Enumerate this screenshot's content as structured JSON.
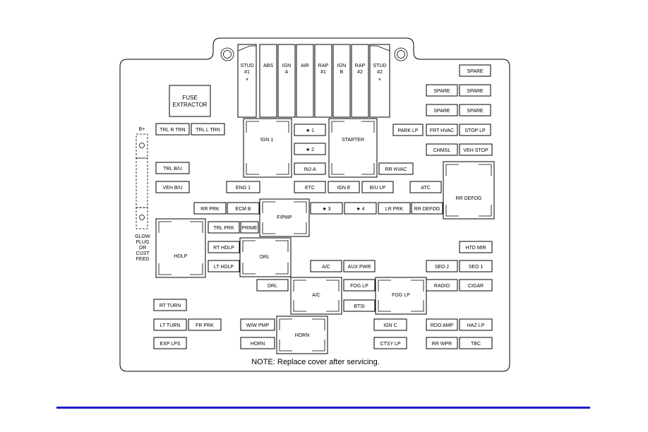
{
  "maxi_fuses": [
    {
      "id": "stud1",
      "l1": "STUD",
      "l2": "#1",
      "star": "*"
    },
    {
      "id": "abs",
      "l1": "ABS",
      "l2": "",
      "star": ""
    },
    {
      "id": "igna",
      "l1": "IGN",
      "l2": "A",
      "star": ""
    },
    {
      "id": "air",
      "l1": "AIR",
      "l2": "",
      "star": ""
    },
    {
      "id": "rap1",
      "l1": "RAP",
      "l2": "#1",
      "star": ""
    },
    {
      "id": "ignb",
      "l1": "IGN",
      "l2": "B",
      "star": ""
    },
    {
      "id": "rap2",
      "l1": "RAP",
      "l2": "#2",
      "star": ""
    },
    {
      "id": "stud2",
      "l1": "STUD",
      "l2": "#2",
      "star": "*"
    }
  ],
  "fuse_extractor": {
    "l1": "FUSE",
    "l2": "EXTRACTOR"
  },
  "relays": {
    "ign1": "IGN 1",
    "starter": "STARTER",
    "rr_defog": "RR DEFOG",
    "fpmp": "F/PMP",
    "hdlp": "HDLP",
    "drl": "DRL",
    "ac": "A/C",
    "fog_lp": "FOG LP",
    "horn": "HORN"
  },
  "fuses": {
    "spare_1": "SPARE",
    "spare_2": "SPARE",
    "spare_3": "SPARE",
    "spare_4": "SPARE",
    "spare_5": "SPARE",
    "trl_r_trn": "TRL R TRN",
    "trl_l_trn": "TRL L TRN",
    "star1": "★ 1",
    "star2": "★ 2",
    "park_lp": "PARK LP",
    "frt_hvac": "FRT HVAC",
    "stop_lp": "STOP LP",
    "chmsl": "CHMSL",
    "veh_stop": "VEH STOP",
    "trl_bu": "TRL B/U",
    "inj_a": "INJ-A",
    "rr_hvac": "RR HVAC",
    "veh_bu": "VEH B/U",
    "eng1": "ENG 1",
    "etc": "ETC",
    "ign_e": "IGN E",
    "bu_lp": "B/U LP",
    "atc": "ATC",
    "rr_prk": "RR PRK",
    "ecm_b": "ECM B",
    "star3": "★ 3",
    "star4": "★ 4",
    "lr_prk": "LR PRK",
    "rr_defog_f": "RR DEFOG",
    "trl_prk": "TRL PRK",
    "prime": "PRIME",
    "rt_hdlp": "RT HDLP",
    "htd_mir": "HTD MIR",
    "lt_hdlp": "LT HDLP",
    "ac_fuse": "A/C",
    "aux_pwr": "AUX PWR",
    "seo2": "SEO 2",
    "seo1": "SEO 1",
    "drl_fuse": "DRL",
    "fog_lp_f": "FOG LP",
    "radio": "RADIO",
    "cigar": "CIGAR",
    "btsi": "BTSI",
    "rt_turn": "RT TURN",
    "lt_turn": "LT TURN",
    "fr_prk": "FR PRK",
    "ww_pmp": "W/W PMP",
    "ign_c": "IGN C",
    "rdo_amp": "RDO AMP",
    "haz_lp": "HAZ LP",
    "exp_lps": "EXP LPS",
    "horn_f": "HORN",
    "ctsy_lp": "CTSY LP",
    "rr_wpr": "RR WPR",
    "tbc": "TBC"
  },
  "side": {
    "bplus": "B+",
    "glow_l1": "GLOW",
    "glow_l2": "PLUG",
    "glow_l3": "OR",
    "glow_l4": "CUST",
    "glow_l5": "FEED"
  },
  "note": "NOTE: Replace cover after servicing.",
  "colors": {
    "rule": "#1c1ccc"
  }
}
